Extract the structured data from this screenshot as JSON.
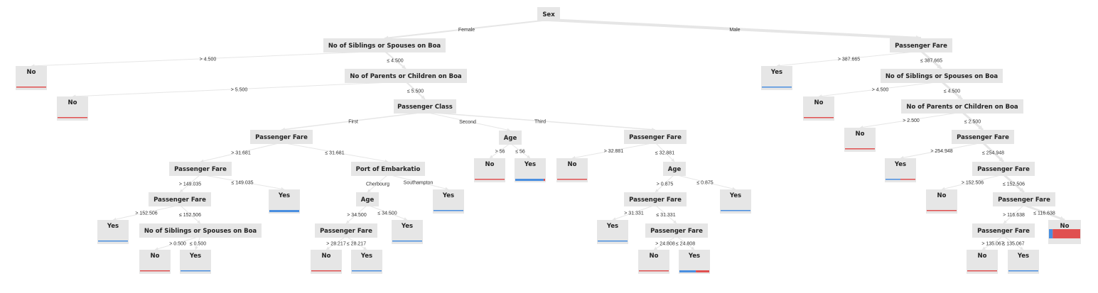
{
  "colors": {
    "node_fill": "#e6e6e6",
    "edge": "#e6e6e6",
    "text": "#222222",
    "no": "#e05050",
    "yes": "#4a8fe0"
  },
  "nodes": [
    {
      "id": "sex",
      "label": "Sex"
    },
    {
      "id": "f_sib",
      "label": "No of Siblings or Spouses on Boa"
    },
    {
      "id": "f_no1",
      "label": "No",
      "leaf": "no",
      "yes_fraction": 0.0
    },
    {
      "id": "f_par",
      "label": "No of Parents or Children on Boa"
    },
    {
      "id": "f_no2",
      "label": "No",
      "leaf": "no",
      "yes_fraction": 0.0
    },
    {
      "id": "f_pclass",
      "label": "Passenger Class"
    },
    {
      "id": "f_fare1",
      "label": "Passenger Fare"
    },
    {
      "id": "f_fare2",
      "label": "Passenger Fare"
    },
    {
      "id": "f_fare3",
      "label": "Passenger Fare"
    },
    {
      "id": "f_yes_a",
      "label": "Yes",
      "leaf": "yes",
      "yes_fraction": 1.0
    },
    {
      "id": "f_sib2",
      "label": "No of Siblings or Spouses on Boa"
    },
    {
      "id": "f_no_b",
      "label": "No",
      "leaf": "no",
      "yes_fraction": 0.0
    },
    {
      "id": "f_yes_b",
      "label": "Yes",
      "leaf": "yes",
      "yes_fraction": 1.0
    },
    {
      "id": "f_yes_c",
      "label": "Yes",
      "leaf": "yes",
      "yes_fraction": 1.0,
      "thick": true
    },
    {
      "id": "f_port",
      "label": "Port of Embarkatio"
    },
    {
      "id": "f_age2",
      "label": "Age"
    },
    {
      "id": "f_yes_d",
      "label": "Yes",
      "leaf": "yes",
      "yes_fraction": 1.0
    },
    {
      "id": "f_fare4",
      "label": "Passenger Fare"
    },
    {
      "id": "f_yes_e",
      "label": "Yes",
      "leaf": "yes",
      "yes_fraction": 1.0
    },
    {
      "id": "f_no_f",
      "label": "No",
      "leaf": "no",
      "yes_fraction": 0.0
    },
    {
      "id": "f_yes_f",
      "label": "Yes",
      "leaf": "yes",
      "yes_fraction": 1.0
    },
    {
      "id": "f_age1",
      "label": "Age"
    },
    {
      "id": "f_no_g",
      "label": "No",
      "leaf": "no",
      "yes_fraction": 0.0
    },
    {
      "id": "f_yes_g",
      "label": "Yes",
      "leaf": "yes",
      "yes_fraction": 0.95,
      "thick": true
    },
    {
      "id": "f_fare5",
      "label": "Passenger Fare"
    },
    {
      "id": "f_no_h",
      "label": "No",
      "leaf": "no",
      "yes_fraction": 0.0
    },
    {
      "id": "f_age3",
      "label": "Age"
    },
    {
      "id": "f_fare6",
      "label": "Passenger Fare"
    },
    {
      "id": "f_yes_i",
      "label": "Yes",
      "leaf": "yes",
      "yes_fraction": 1.0
    },
    {
      "id": "f_yes_j",
      "label": "Yes",
      "leaf": "yes",
      "yes_fraction": 1.0
    },
    {
      "id": "f_fare7",
      "label": "Passenger Fare"
    },
    {
      "id": "f_no_k",
      "label": "No",
      "leaf": "no",
      "yes_fraction": 0.0
    },
    {
      "id": "f_yes_k",
      "label": "Yes",
      "leaf": "yes",
      "yes_fraction": 0.55,
      "thick": true
    },
    {
      "id": "m_fare1",
      "label": "Passenger Fare"
    },
    {
      "id": "m_yes1",
      "label": "Yes",
      "leaf": "yes",
      "yes_fraction": 1.0
    },
    {
      "id": "m_sib",
      "label": "No of Siblings or Spouses on Boa"
    },
    {
      "id": "m_no1",
      "label": "No",
      "leaf": "no",
      "yes_fraction": 0.0
    },
    {
      "id": "m_par",
      "label": "No of Parents or Children on Boa"
    },
    {
      "id": "m_no2",
      "label": "No",
      "leaf": "no",
      "yes_fraction": 0.0
    },
    {
      "id": "m_fare2",
      "label": "Passenger Fare"
    },
    {
      "id": "m_yes2",
      "label": "Yes",
      "leaf": "yes",
      "yes_fraction": 0.5
    },
    {
      "id": "m_fare3",
      "label": "Passenger Fare"
    },
    {
      "id": "m_no3",
      "label": "No",
      "leaf": "no",
      "yes_fraction": 0.0
    },
    {
      "id": "m_fare4",
      "label": "Passenger Fare"
    },
    {
      "id": "m_fare5",
      "label": "Passenger Fare"
    },
    {
      "id": "m_no4",
      "label": "No",
      "leaf": "no",
      "yes_fraction": 0.12,
      "thick": true,
      "big": true
    },
    {
      "id": "m_no5",
      "label": "No",
      "leaf": "no",
      "yes_fraction": 0.0
    },
    {
      "id": "m_yes5",
      "label": "Yes",
      "leaf": "yes",
      "yes_fraction": 1.0
    }
  ],
  "edges": [
    {
      "from": "sex",
      "to": "f_sib",
      "label": "Female",
      "w": 2
    },
    {
      "from": "sex",
      "to": "m_fare1",
      "label": "Male",
      "w": 4
    },
    {
      "from": "f_sib",
      "to": "f_no1",
      "label": "> 4.500",
      "w": 1
    },
    {
      "from": "f_sib",
      "to": "f_par",
      "label": "≤ 4.500",
      "w": 2
    },
    {
      "from": "f_par",
      "to": "f_no2",
      "label": "> 5.500",
      "w": 1
    },
    {
      "from": "f_par",
      "to": "f_pclass",
      "label": "≤ 5.500",
      "w": 2
    },
    {
      "from": "f_pclass",
      "to": "f_fare1",
      "label": "First",
      "w": 1.5
    },
    {
      "from": "f_pclass",
      "to": "f_age1",
      "label": "Second",
      "w": 1
    },
    {
      "from": "f_pclass",
      "to": "f_fare5",
      "label": "Third",
      "w": 1.5
    },
    {
      "from": "f_fare1",
      "to": "f_fare2",
      "label": "> 31.681",
      "w": 1
    },
    {
      "from": "f_fare1",
      "to": "f_port",
      "label": "≤ 31.681",
      "w": 1
    },
    {
      "from": "f_fare2",
      "to": "f_fare3",
      "label": "> 149.035",
      "w": 1
    },
    {
      "from": "f_fare2",
      "to": "f_yes_c",
      "label": "≤ 149.035",
      "w": 1
    },
    {
      "from": "f_fare3",
      "to": "f_yes_a",
      "label": "> 152.506",
      "w": 1
    },
    {
      "from": "f_fare3",
      "to": "f_sib2",
      "label": "≤ 152.506",
      "w": 1
    },
    {
      "from": "f_sib2",
      "to": "f_no_b",
      "label": "> 0.500",
      "w": 1
    },
    {
      "from": "f_sib2",
      "to": "f_yes_b",
      "label": "≤ 0.500",
      "w": 1
    },
    {
      "from": "f_port",
      "to": "f_age2",
      "label": "Cherbourg",
      "w": 1
    },
    {
      "from": "f_port",
      "to": "f_yes_d",
      "label": "Southampton",
      "w": 1
    },
    {
      "from": "f_age2",
      "to": "f_fare4",
      "label": "> 34.500",
      "w": 1
    },
    {
      "from": "f_age2",
      "to": "f_yes_e",
      "label": "≤ 34.500",
      "w": 1
    },
    {
      "from": "f_fare4",
      "to": "f_no_f",
      "label": "> 28.217",
      "w": 1
    },
    {
      "from": "f_fare4",
      "to": "f_yes_f",
      "label": "≤ 28.217",
      "w": 1
    },
    {
      "from": "f_age1",
      "to": "f_no_g",
      "label": "> 56",
      "w": 1
    },
    {
      "from": "f_age1",
      "to": "f_yes_g",
      "label": "≤ 56",
      "w": 1
    },
    {
      "from": "f_fare5",
      "to": "f_no_h",
      "label": "> 32.881",
      "w": 1
    },
    {
      "from": "f_fare5",
      "to": "f_age3",
      "label": "≤ 32.881",
      "w": 1
    },
    {
      "from": "f_age3",
      "to": "f_fare6",
      "label": "> 0.875",
      "w": 1
    },
    {
      "from": "f_age3",
      "to": "f_yes_j",
      "label": "≤ 0.875",
      "w": 1
    },
    {
      "from": "f_fare6",
      "to": "f_yes_i",
      "label": "> 31.331",
      "w": 1
    },
    {
      "from": "f_fare6",
      "to": "f_fare7",
      "label": "≤ 31.331",
      "w": 1
    },
    {
      "from": "f_fare7",
      "to": "f_no_k",
      "label": "> 24.808",
      "w": 1
    },
    {
      "from": "f_fare7",
      "to": "f_yes_k",
      "label": "≤ 24.808",
      "w": 1
    },
    {
      "from": "m_fare1",
      "to": "m_yes1",
      "label": "> 387.665",
      "w": 1
    },
    {
      "from": "m_fare1",
      "to": "m_sib",
      "label": "≤ 387.665",
      "w": 3
    },
    {
      "from": "m_sib",
      "to": "m_no1",
      "label": "> 4.500",
      "w": 1
    },
    {
      "from": "m_sib",
      "to": "m_par",
      "label": "≤ 4.500",
      "w": 3
    },
    {
      "from": "m_par",
      "to": "m_no2",
      "label": "> 2.500",
      "w": 1
    },
    {
      "from": "m_par",
      "to": "m_fare2",
      "label": "≤ 2.500",
      "w": 3
    },
    {
      "from": "m_fare2",
      "to": "m_yes2",
      "label": "> 254.948",
      "w": 1
    },
    {
      "from": "m_fare2",
      "to": "m_fare3",
      "label": "≤ 254.948",
      "w": 3
    },
    {
      "from": "m_fare3",
      "to": "m_no3",
      "label": "> 152.506",
      "w": 1
    },
    {
      "from": "m_fare3",
      "to": "m_fare4",
      "label": "≤ 152.506",
      "w": 3
    },
    {
      "from": "m_fare4",
      "to": "m_fare5",
      "label": "> 116.638",
      "w": 1
    },
    {
      "from": "m_fare4",
      "to": "m_no4",
      "label": "≤ 116.638",
      "w": 3
    },
    {
      "from": "m_fare5",
      "to": "m_no5",
      "label": "> 135.067",
      "w": 1
    },
    {
      "from": "m_fare5",
      "to": "m_yes5",
      "label": "≤ 135.067",
      "w": 1
    }
  ]
}
